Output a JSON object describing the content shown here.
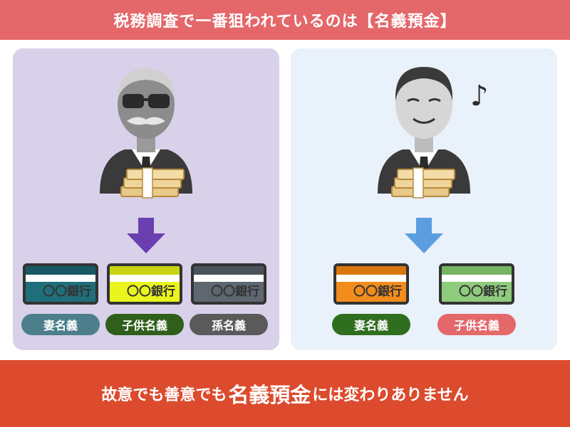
{
  "header": {
    "title": "税務調査で一番狙われているのは【名義預金】"
  },
  "left_panel": {
    "cards": [
      {
        "bank": "〇〇銀行",
        "label": "妻名義",
        "card_color": "#1f6f7a",
        "card_dark": "#175a63",
        "pill_color": "#4c7e8b"
      },
      {
        "bank": "〇〇銀行",
        "label": "子供名義",
        "card_color": "#e9f51c",
        "card_dark": "#c8d40f",
        "pill_color": "#2f5f1b"
      },
      {
        "bank": "〇〇銀行",
        "label": "孫名義",
        "card_color": "#5e6770",
        "card_dark": "#4a525a",
        "pill_color": "#5a5a5a"
      }
    ],
    "arrow_color": "#6a3fb0"
  },
  "right_panel": {
    "cards": [
      {
        "bank": "〇〇銀行",
        "label": "妻名義",
        "card_color": "#f28c1c",
        "card_dark": "#d9760d",
        "pill_color": "#2f6e1e"
      },
      {
        "bank": "〇〇銀行",
        "label": "子供名義",
        "card_color": "#8fcb7c",
        "card_dark": "#76b363",
        "pill_color": "#e4676a"
      }
    ],
    "arrow_color": "#5b9ee0",
    "music_note": "♪"
  },
  "footer": {
    "prefix": "故意でも善意でも",
    "emphasis": "名義預金",
    "suffix": "には変わりありません"
  }
}
